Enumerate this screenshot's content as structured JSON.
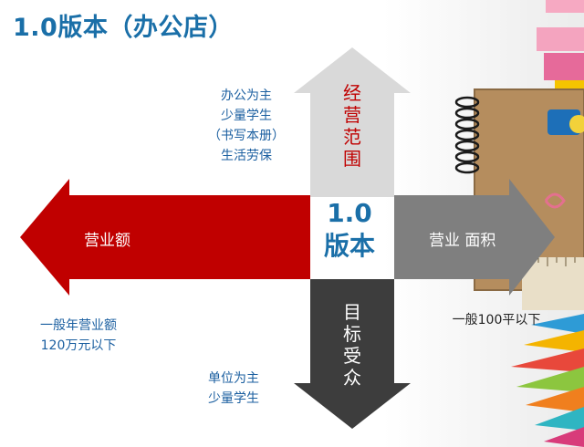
{
  "title": "1.0版本（办公店）",
  "center": {
    "line1": "1.0",
    "line2": "版本"
  },
  "arrows": {
    "up": {
      "chars": [
        "经",
        "营",
        "范",
        "围"
      ],
      "fill": "#d9d9d9",
      "text_color": "#c00000"
    },
    "down": {
      "chars": [
        "目",
        "标",
        "受",
        "众"
      ],
      "fill": "#3d3d3d",
      "text_color": "#ffffff"
    },
    "left": {
      "label": "营业额",
      "fill": "#c00000"
    },
    "right": {
      "label": "营业 面积",
      "fill": "#7f7f7f"
    }
  },
  "notes": {
    "scope": [
      "办公为主",
      "少量学生",
      "（书写本册）",
      "生活劳保"
    ],
    "revenue": [
      "一般年营业额",
      "120万元以下"
    ],
    "area": [
      "一般100平以下"
    ],
    "audience": [
      "单位为主",
      "少量学生"
    ]
  },
  "colors": {
    "title": "#1a6fa8",
    "note": "#1b5fa0"
  }
}
